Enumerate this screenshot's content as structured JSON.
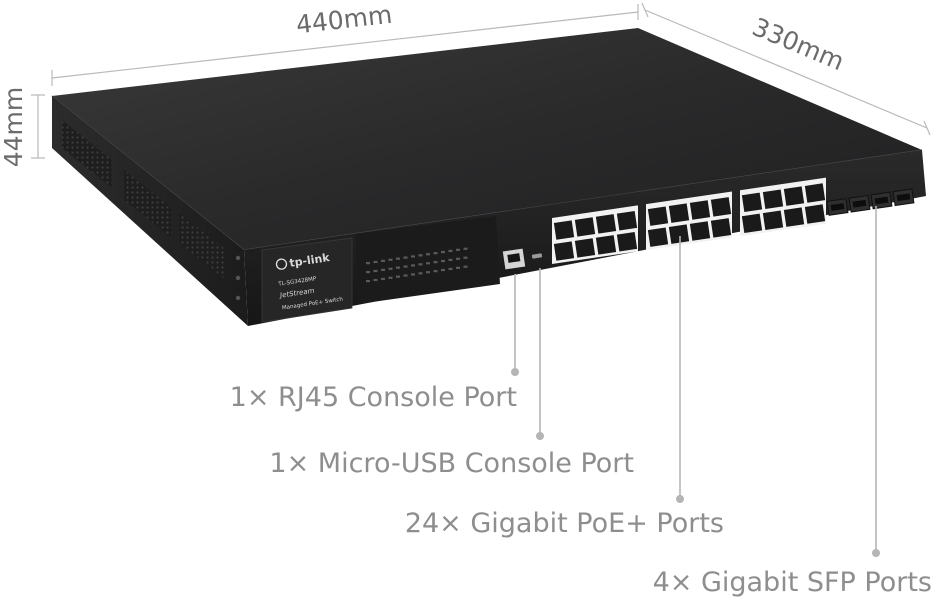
{
  "dimensions": {
    "width": "440mm",
    "depth": "330mm",
    "height": "44mm"
  },
  "device": {
    "brand": "tp-link",
    "model": "TL-SG3428MP",
    "series": "JetStream",
    "description": "Managed PoE+ Switch",
    "rj45_port_count": 24,
    "sfp_port_count": 4
  },
  "callouts": [
    {
      "label": "1× RJ45 Console Port"
    },
    {
      "label": "1× Micro-USB Console Port"
    },
    {
      "label": "24× Gigabit PoE+ Ports"
    },
    {
      "label": "4× Gigabit SFP Ports"
    }
  ],
  "colors": {
    "chassis_top": "#2b2b2c",
    "chassis_front": "#222223",
    "port_face": "#ffffff",
    "callout_line": "#b5b5b5",
    "callout_text": "#8e8e8e",
    "dimension_text": "#6b6b6b"
  }
}
